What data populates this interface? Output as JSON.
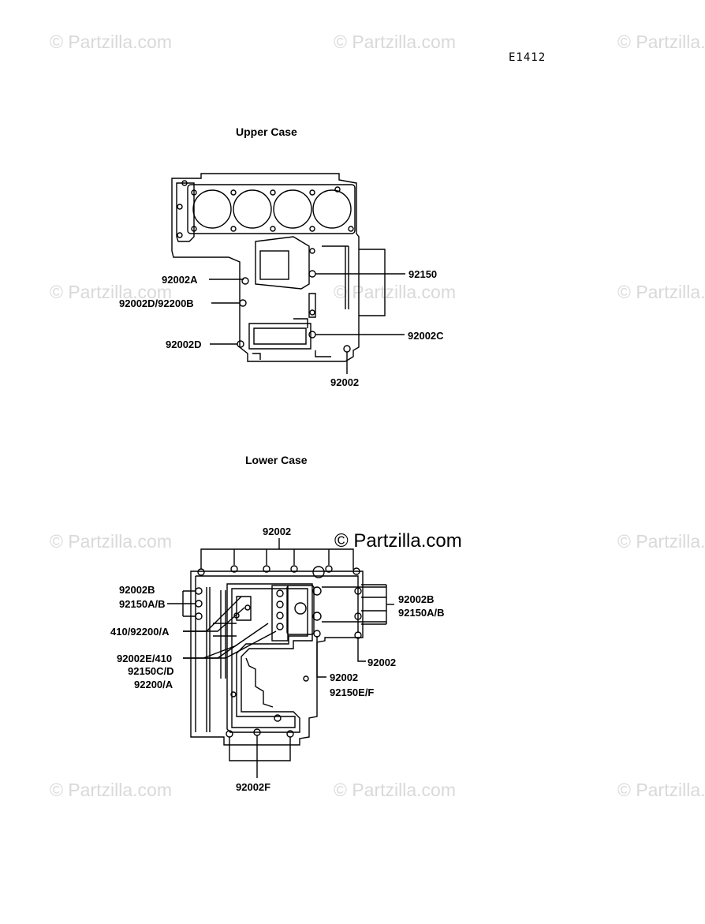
{
  "diagram_code": "E1412",
  "watermark": {
    "faint_text": "© Partzilla.com",
    "main_text": "© Partzilla.com"
  },
  "upper_case": {
    "title": "Upper Case",
    "labels": {
      "a": "92002A",
      "d_b": "92002D/92200B",
      "d": "92002D",
      "p150": "92150",
      "c": "92002C",
      "p002": "92002"
    }
  },
  "lower_case": {
    "title": "Lower Case",
    "labels": {
      "top": "92002",
      "l_b": "92002B",
      "l_ab": "92150A/B",
      "l_410": "410/92200/A",
      "l_e410": "92002E/410",
      "l_cd": "92150C/D",
      "l_200a": "92200/A",
      "r_b": "92002B",
      "r_ab": "92150A/B",
      "r_002": "92002",
      "r_002b": "92002",
      "r_ef": "92150E/F",
      "bottom": "92002F"
    }
  }
}
